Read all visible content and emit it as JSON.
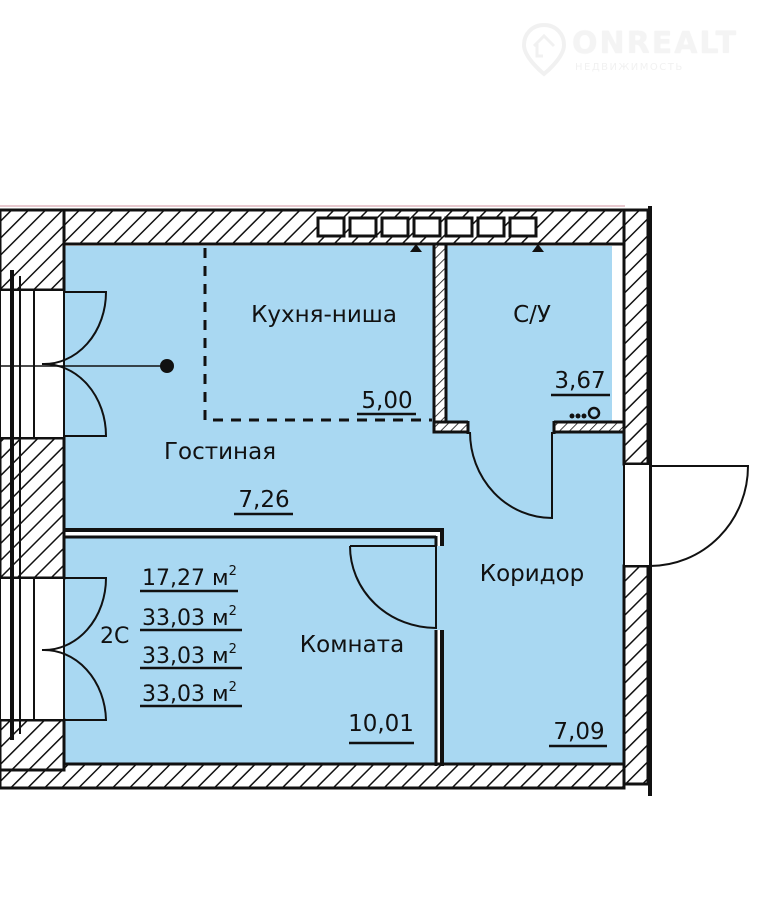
{
  "watermark": {
    "brand": "ONREALT",
    "tagline": "НЕДВИЖИМОСТЬ",
    "icon": "house-pin-icon"
  },
  "colors": {
    "room_fill": "#a9d8f2",
    "wall_line": "#111111",
    "background": "#ffffff",
    "top_edge": "#e8c9cf"
  },
  "rooms": {
    "kitchen": {
      "name": "Кухня-ниша",
      "area": "5,00"
    },
    "bathroom": {
      "name": "С/У",
      "area": "3,67"
    },
    "living": {
      "name": "Гостиная",
      "area": "7,26"
    },
    "bedroom": {
      "name": "Комната",
      "area": "10,01"
    },
    "corridor": {
      "name": "Коридор",
      "area": "7,09"
    }
  },
  "apartment": {
    "type_label": "2С",
    "areas": [
      {
        "value": "17,27 м",
        "sup": "2"
      },
      {
        "value": "33,03 м",
        "sup": "2"
      },
      {
        "value": "33,03 м",
        "sup": "2"
      },
      {
        "value": "33,03 м",
        "sup": "2"
      }
    ]
  }
}
